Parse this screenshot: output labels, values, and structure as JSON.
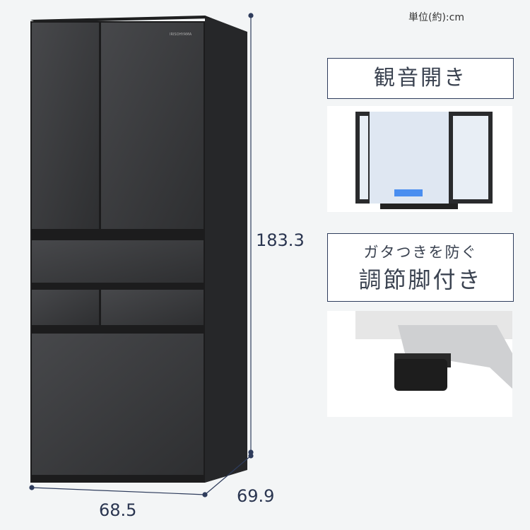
{
  "unit_label": "単位(約):cm",
  "dimensions": {
    "height": "183.3",
    "width": "68.5",
    "depth": "69.9"
  },
  "features": [
    {
      "label": "観音開き"
    },
    {
      "sub": "ガタつきを防ぐ",
      "label": "調節脚付き"
    }
  ],
  "brand_logo_text": "IRISOHYAMA",
  "colors": {
    "frame": "#2e3c5c",
    "fridge": "#3a3b3d",
    "background": "#f3f5f6"
  }
}
